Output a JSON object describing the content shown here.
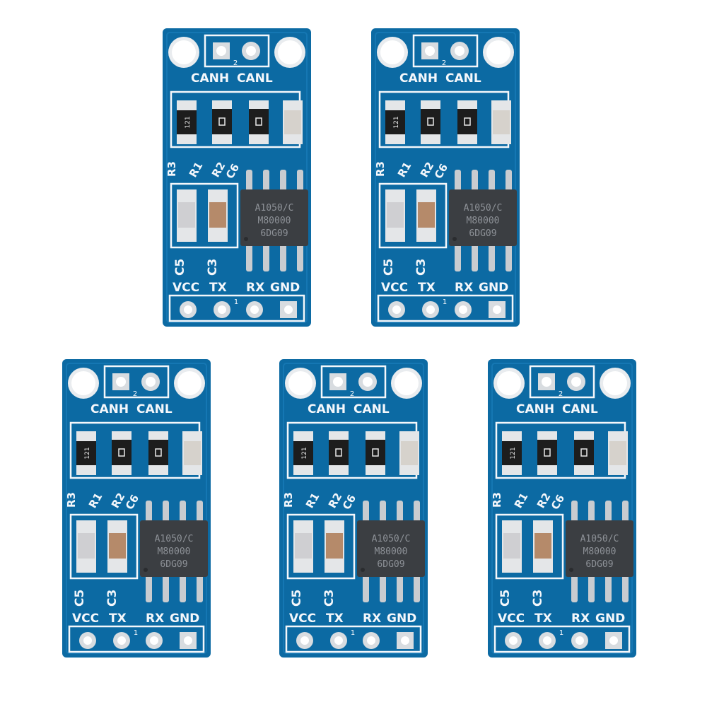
{
  "product": {
    "module_count": 5,
    "board_color": "#0c6aa3",
    "chip": {
      "line1": "A1050/C",
      "line2": "M80000",
      "line3": "6DG09"
    },
    "labels": {
      "canh": "CANH",
      "canl": "CANL",
      "vcc": "VCC",
      "tx": "TX",
      "rx": "RX",
      "gnd": "GND",
      "r3": "R3",
      "r1": "R1",
      "r2": "R2",
      "c6": "C6",
      "c5": "C5",
      "c3": "C3"
    },
    "resistor_codes": {
      "r3": "121",
      "r1": "0",
      "r2": "0"
    }
  }
}
